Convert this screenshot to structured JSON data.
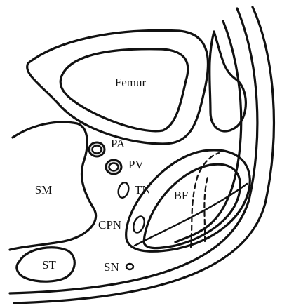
{
  "labels": {
    "femur": "Femur",
    "pa": "PA",
    "pv": "PV",
    "tn": "TN",
    "sm": "SM",
    "bf": "BF",
    "cpn": "CPN",
    "st": "ST",
    "sn": "SN"
  }
}
